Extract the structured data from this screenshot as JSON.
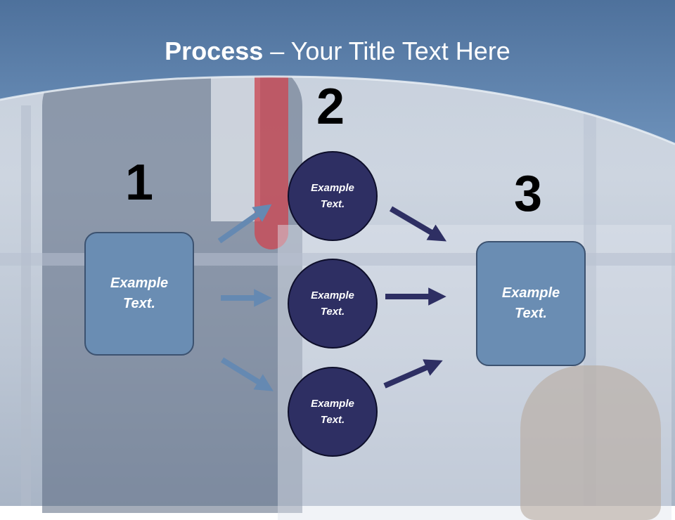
{
  "slide": {
    "title_bold": "Process",
    "title_rest": " – Your Title Text Here"
  },
  "steps": [
    {
      "number": "1",
      "label": "Example Text."
    },
    {
      "number": "2",
      "circles": [
        "Example Text.",
        "Example Text.",
        "Example Text."
      ]
    },
    {
      "number": "3",
      "label": "Example Text."
    }
  ],
  "colors": {
    "header_blue": "#5a7ea8",
    "box_fill": "#6a8db3",
    "circle_fill": "#2e2f63",
    "arrow_light": "#6589b2",
    "arrow_dark": "#2e2f63"
  }
}
